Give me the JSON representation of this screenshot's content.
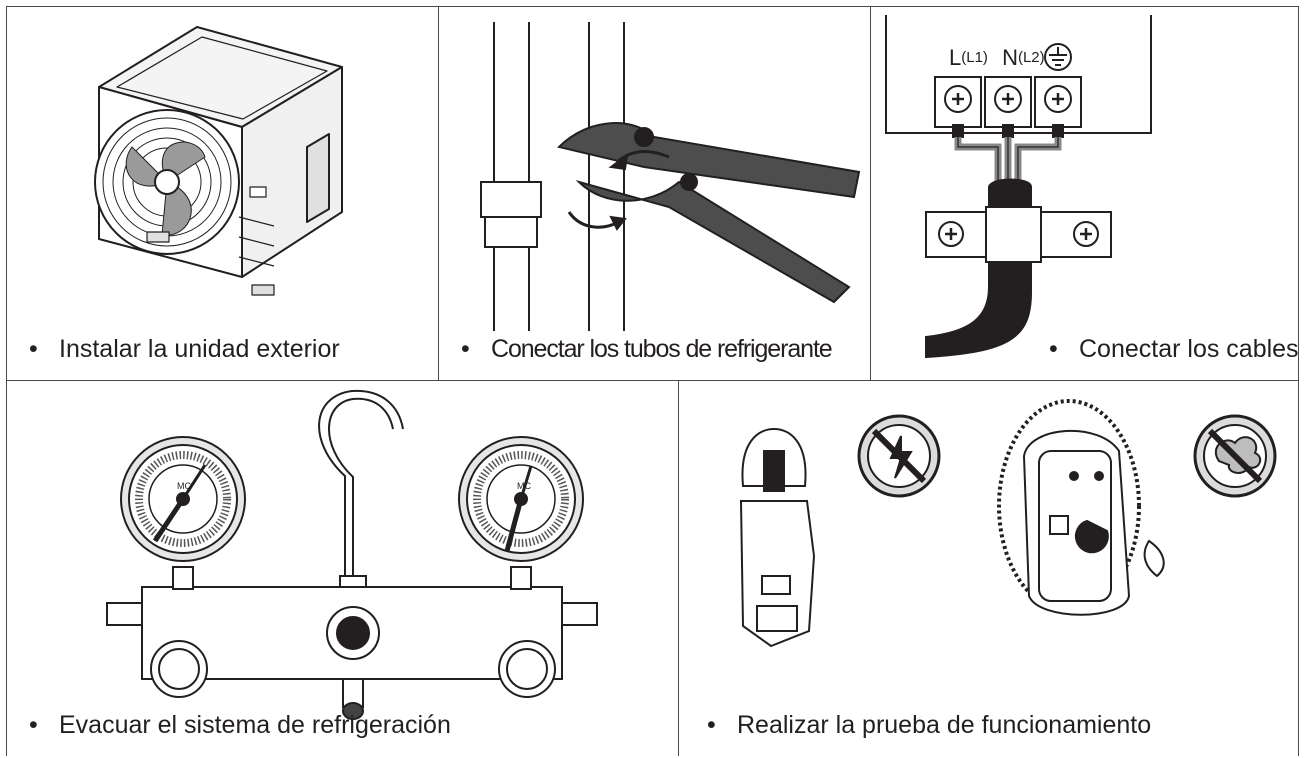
{
  "steps": [
    {
      "label": "Instalar la unidad exterior"
    },
    {
      "label": "Conectar los tubos de refrigerante"
    },
    {
      "label": "Conectar los cables"
    },
    {
      "label": "Evacuar el sistema de refrigeración"
    },
    {
      "label": "Realizar la prueba de funcionamiento"
    }
  ],
  "bullet": "•",
  "terminals": {
    "l": "L",
    "l_sub": "(L1)",
    "n": "N",
    "n_sub": "(L2)"
  },
  "gauge_text": "MC"
}
